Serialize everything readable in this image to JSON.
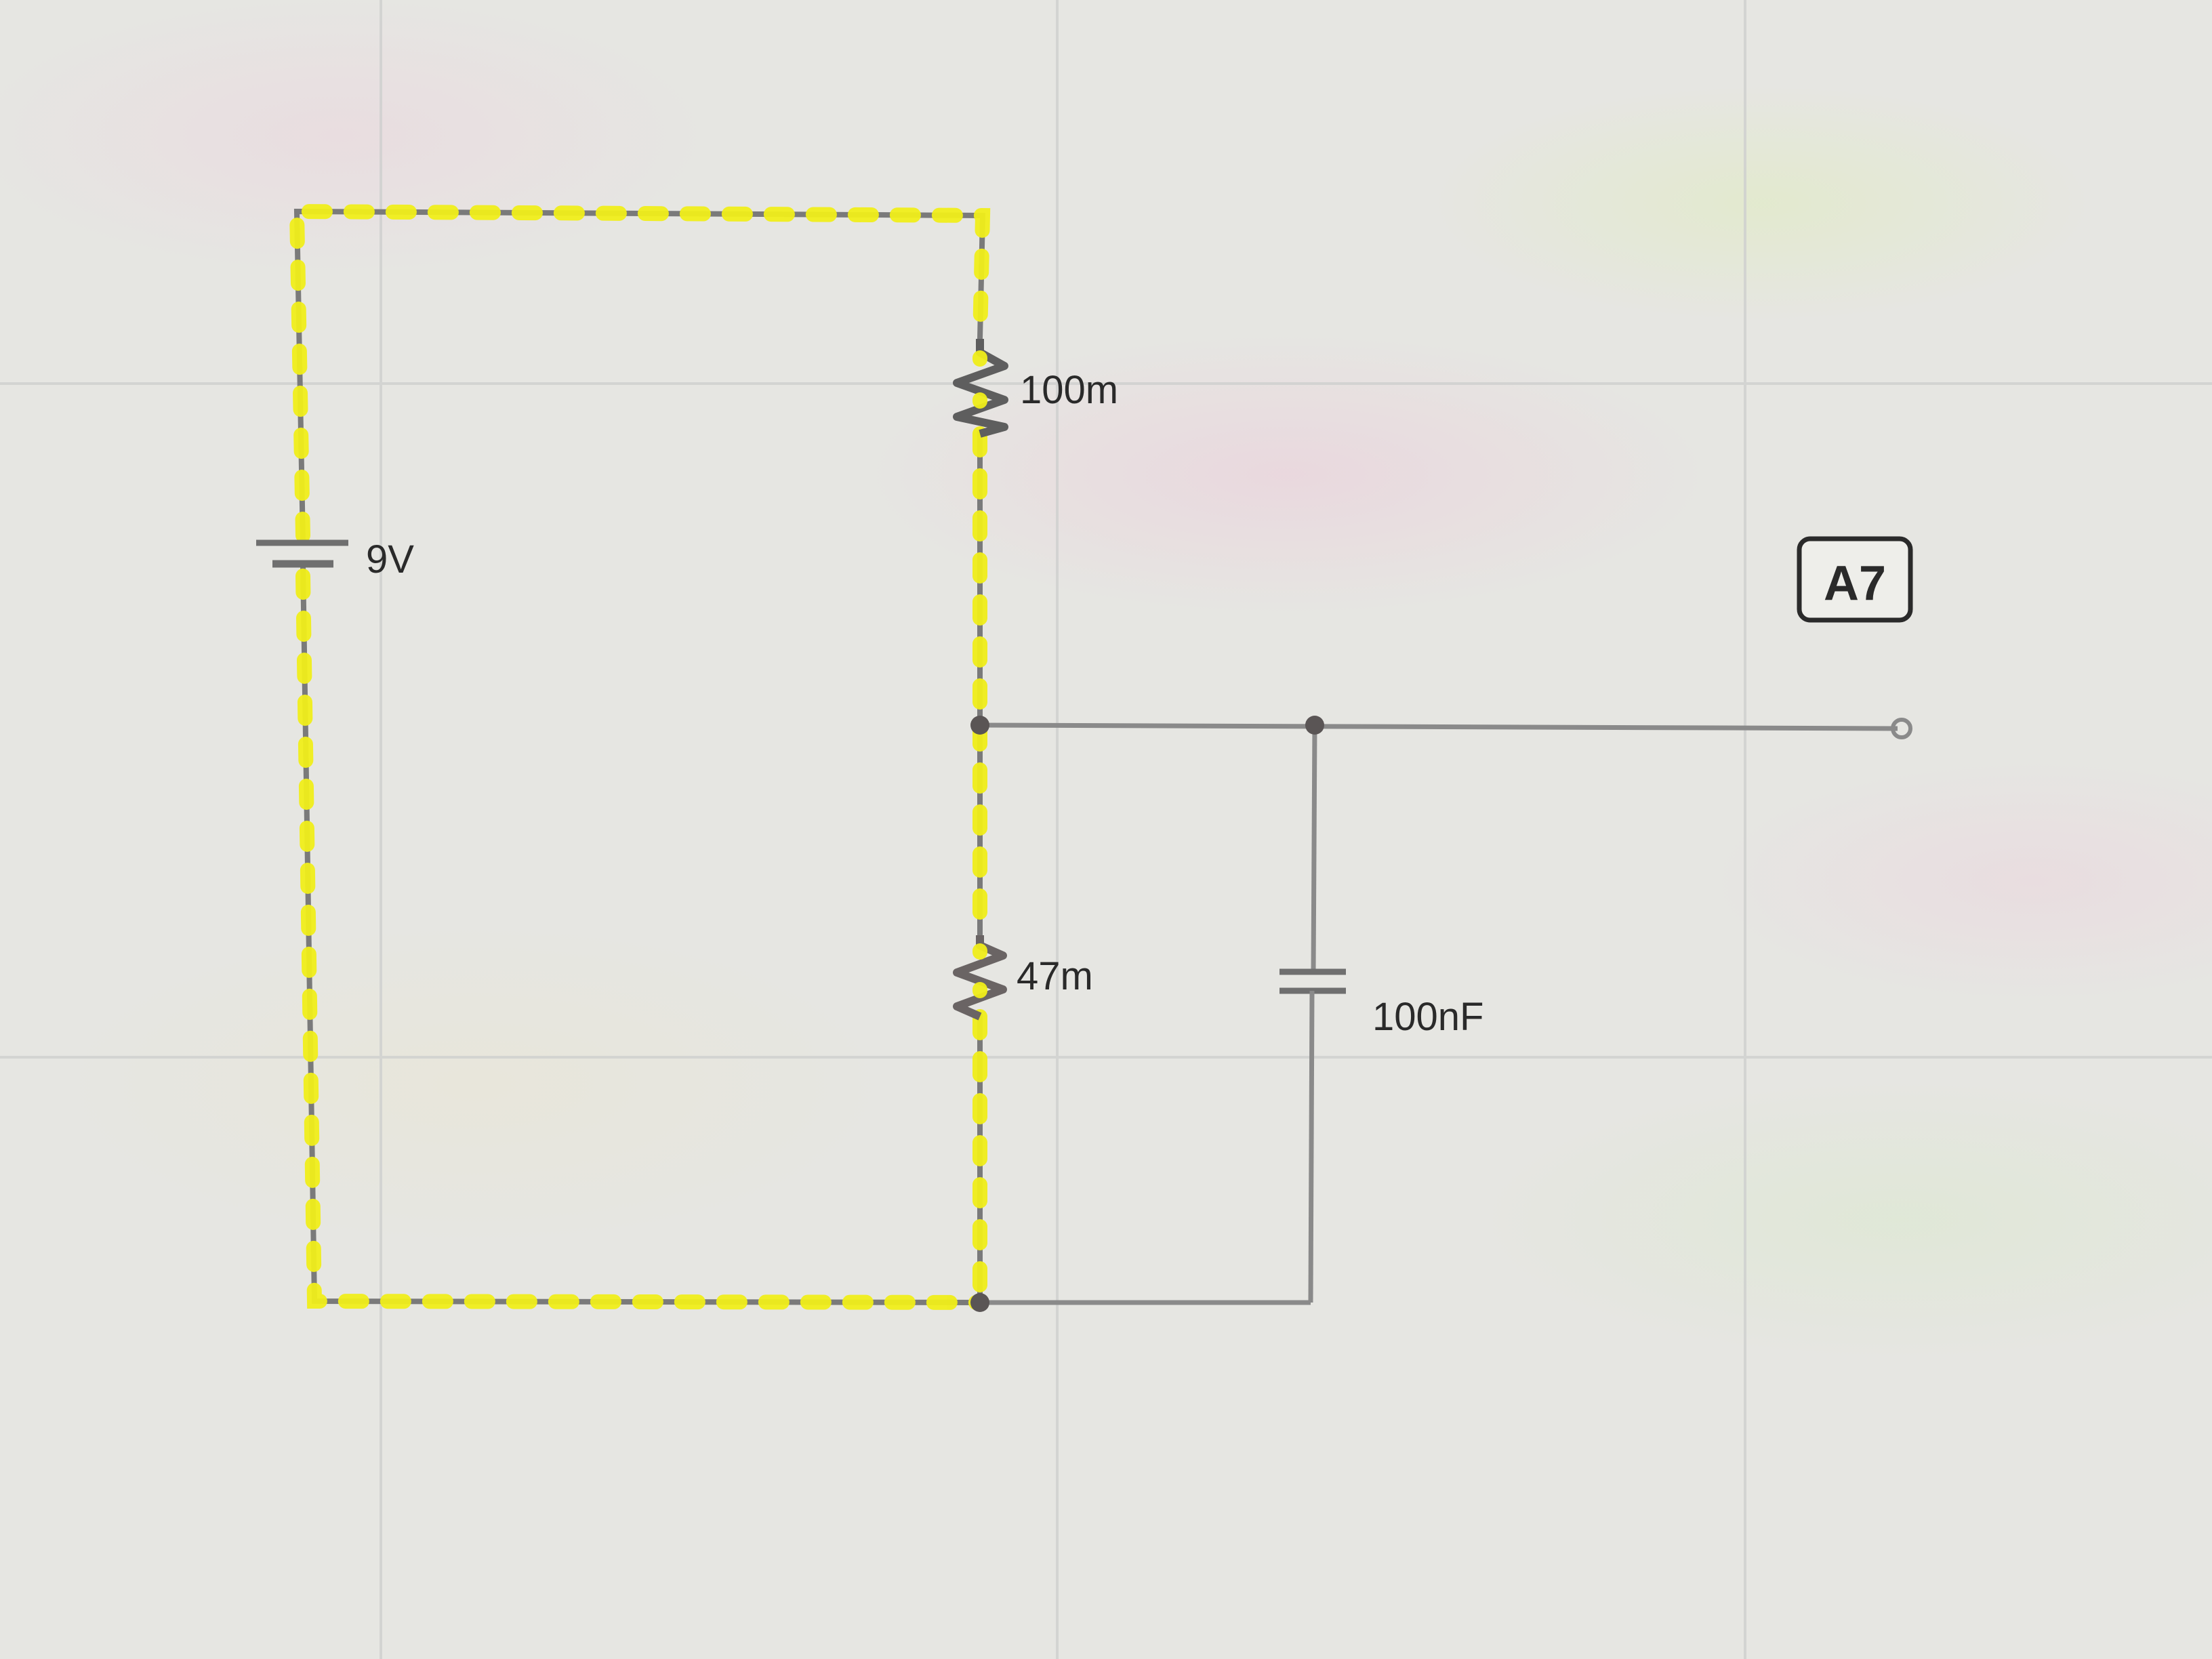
{
  "schematic": {
    "background_color": "#e6e6e2",
    "grid_color": "#cfd0cf",
    "wire_color": "#7a7a7a",
    "selection_color": "#f0ee1a",
    "components": {
      "battery": {
        "label": "9V"
      },
      "resistor_top": {
        "label": "100m"
      },
      "resistor_bottom": {
        "label": "47m"
      },
      "capacitor": {
        "label": "100nF"
      }
    },
    "output_port": {
      "label": "A7"
    }
  }
}
